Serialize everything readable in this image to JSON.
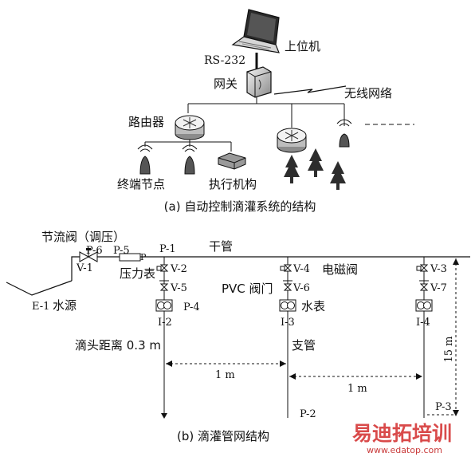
{
  "part_a": {
    "computer_label": "上位机",
    "rs232_label": "RS-232",
    "gateway_label": "网关",
    "wireless_label": "无线网络",
    "router_label": "路由器",
    "terminal_label": "终端节点",
    "actuator_label": "执行机构",
    "caption": "(a) 自动控制滴灌系统的结构"
  },
  "part_b": {
    "throttle_label": "节流阀（调压）",
    "p6": "P-6",
    "p5": "P-5",
    "p_small": "P",
    "v1": "V-1",
    "pressure_gauge": "压力表",
    "e1": "E-1",
    "water_source": "水源",
    "p1": "P-1",
    "main_pipe": "干管",
    "v2": "V-2",
    "v5": "V-5",
    "p4": "P-4",
    "i2": "I-2",
    "v4": "V-4",
    "v6": "V-6",
    "pvc_valve": "PVC 阀门",
    "water_meter": "水表",
    "i3": "I-3",
    "solenoid_valve": "电磁阀",
    "v3": "V-3",
    "v7": "V-7",
    "i4": "I-4",
    "dripper_spacing": "滴头距离 0.3 m",
    "branch_pipe": "支管",
    "dist1": "1 m",
    "dist2": "1 m",
    "height": "15 m",
    "p2": "P-2",
    "p3": "P-3",
    "caption": "(b) 滴灌管网结构"
  },
  "watermark": {
    "brand": "易迪拓培训",
    "url": "www.edatop.com"
  }
}
